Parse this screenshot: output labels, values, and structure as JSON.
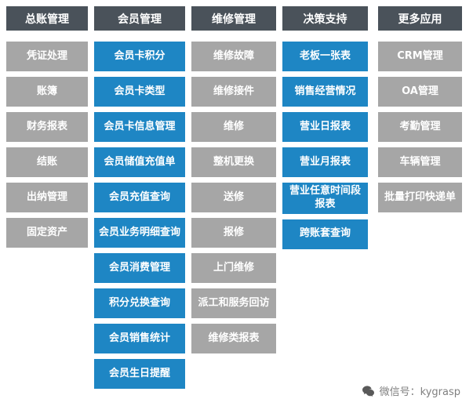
{
  "colors": {
    "header_bg": "#4a525a",
    "gray_item_bg": "#a6a6a6",
    "blue_item_bg": "#1e86c4",
    "item_text": "#ffffff",
    "footer_text": "#808080",
    "page_bg": "#ffffff"
  },
  "columns": [
    {
      "header": "总账管理",
      "style": "gray",
      "items": [
        "凭证处理",
        "账簿",
        "财务报表",
        "结账",
        "出纳管理",
        "固定资产"
      ]
    },
    {
      "header": "会员管理",
      "style": "blue",
      "items": [
        "会员卡积分",
        "会员卡类型",
        "会员卡信息管理",
        "会员储值充值单",
        "会员充值查询",
        "会员业务明细查询",
        "会员消费管理",
        "积分兑换查询",
        "会员销售统计",
        "会员生日提醒"
      ]
    },
    {
      "header": "维修管理",
      "style": "gray",
      "items": [
        "维修故障",
        "维修接件",
        "维修",
        "整机更换",
        "送修",
        "报修",
        "上门维修",
        "派工和服务回访",
        "维修类报表"
      ]
    },
    {
      "header": "决策支持",
      "style": "blue",
      "items": [
        "老板一张表",
        "销售经营情况",
        "营业日报表",
        "营业月报表",
        "营业任意时间段报表",
        "跨账套查询"
      ]
    },
    {
      "header": "更多应用",
      "style": "gray",
      "items": [
        "CRM管理",
        "OA管理",
        "考勤管理",
        "车辆管理",
        "批量打印快递单"
      ]
    }
  ],
  "footer": {
    "wechat_label": "微信号：kygrasp"
  }
}
